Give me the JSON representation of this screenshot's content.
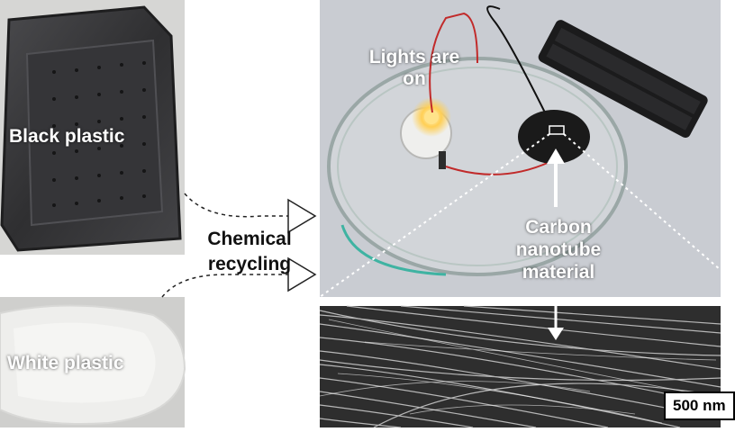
{
  "panels": {
    "black_plastic": {
      "label": "Black plastic"
    },
    "white_plastic": {
      "label": "White plastic"
    },
    "experiment": {
      "lights_label": "Lights are\non",
      "material_label": "Carbon\nnanotube\nmaterial"
    },
    "sem": {
      "scale_bar": "500 nm"
    }
  },
  "process": {
    "label": "Chemical\nrecycling"
  },
  "colors": {
    "tray_black": "#3a3a3c",
    "tray_white": "#e8e8e6",
    "bulb_glow": "#ffcf55",
    "sem_bg": "#2e2e2e",
    "lab_bg": "#c9ccd2"
  }
}
